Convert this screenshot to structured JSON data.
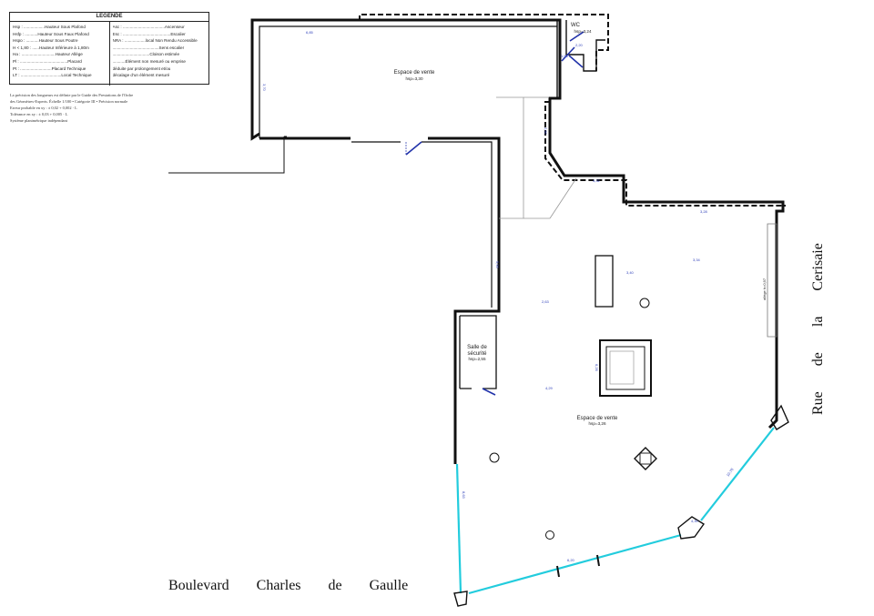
{
  "legend": {
    "title": "LEGENDE",
    "left": [
      "Hsp : ..................Hauteur Sous Plafond",
      "Hsfp : ...........Hauteur Sous Faux Plafond",
      "Hspo : ...........Hauteur Sous Poutre",
      "H < 1,80 : ......Hauteur Inférieure à 1,80m",
      "Ha : .............................Hauteur Allège",
      "Pl : .........................................Placard",
      "Pt : ...........................Placard Technique",
      "LT : ...................................Local Technique"
    ],
    "right": [
      "Asc : ....................................Ascenseur",
      "Esc : .........................................Escalier",
      "NRA : ..................local Non Rendu Accessible",
      "........................................Sens escalier",
      "................................Cloison estimée",
      "...........Élément non mesuré ou emprise",
      "déduite par prolongement et/ou",
      "décalage d'un élément mesuré"
    ]
  },
  "notes": [
    "La précision des longueurs est définie par le Guide des Prestations de l'Ordre",
    "des Géomètres-Experts. Échelle 1/100 • Catégorie III • Précision normale",
    "Erreur probable en xy : ± 0,02 + 0,002 ⋅ L",
    "Tolérance en xy : ± 0,03 + 0,005 ⋅ L",
    "Système planimétrique indépendant"
  ],
  "rooms": {
    "upper_sales": {
      "name": "Espace de vente",
      "height": "hsp=3,30"
    },
    "wc": {
      "name": "WC",
      "height": "hsp=3,24"
    },
    "safety": {
      "name1": "Salle de",
      "name2": "sécurité",
      "height": "hsp=2,55"
    },
    "main_sales": {
      "name": "Espace de vente",
      "height": "hsp=3,26"
    }
  },
  "dimensions": {
    "d1": "6,85",
    "d2": "3,70",
    "d3": "2,20",
    "d4": "1,53",
    "d5": "2,50",
    "d6": "4,32",
    "d7": "3,28",
    "d8": "3,34",
    "d9": "3,40",
    "d10": "5,95",
    "d11": "2,63",
    "d12": "6,26",
    "d13": "4,29",
    "d14": "8,63",
    "d15": "6,20",
    "d16": "10,78",
    "d17": "4,30",
    "allege": "allège h=0,97"
  },
  "streets": {
    "bottom": "Boulevard Charles de Gaulle",
    "right": "Rue de la Cerisaie"
  }
}
